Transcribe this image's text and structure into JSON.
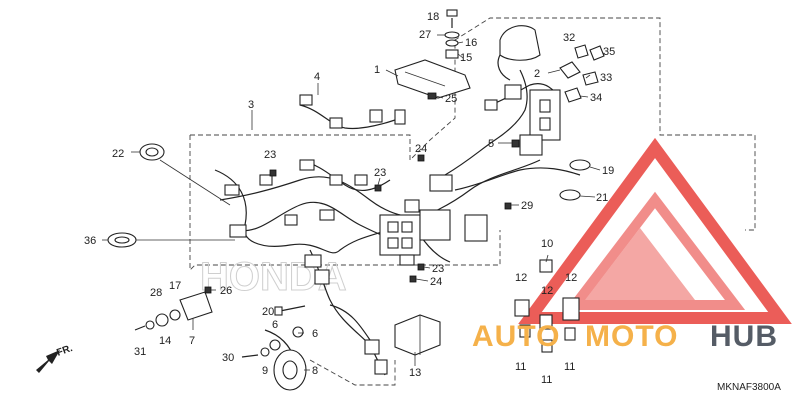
{
  "diagram": {
    "code": "MKNAF3800A",
    "direction_label": "FR.",
    "background_mark": "HONDA",
    "callouts": [
      "1",
      "2",
      "3",
      "4",
      "5",
      "6",
      "6",
      "7",
      "8",
      "9",
      "10",
      "11",
      "11",
      "11",
      "12",
      "12",
      "12",
      "13",
      "14",
      "15",
      "16",
      "17",
      "18",
      "19",
      "20",
      "21",
      "22",
      "23",
      "23",
      "23",
      "24",
      "24",
      "25",
      "26",
      "27",
      "28",
      "29",
      "30",
      "31",
      "32",
      "33",
      "34",
      "35",
      "36"
    ]
  },
  "watermark": {
    "auto": "AUTO",
    "moto": "MOTO",
    "hub": "HUB",
    "colors": {
      "triangle": "#e8413c",
      "auto_moto": "#f5b14a",
      "hub": "#555c66"
    }
  }
}
